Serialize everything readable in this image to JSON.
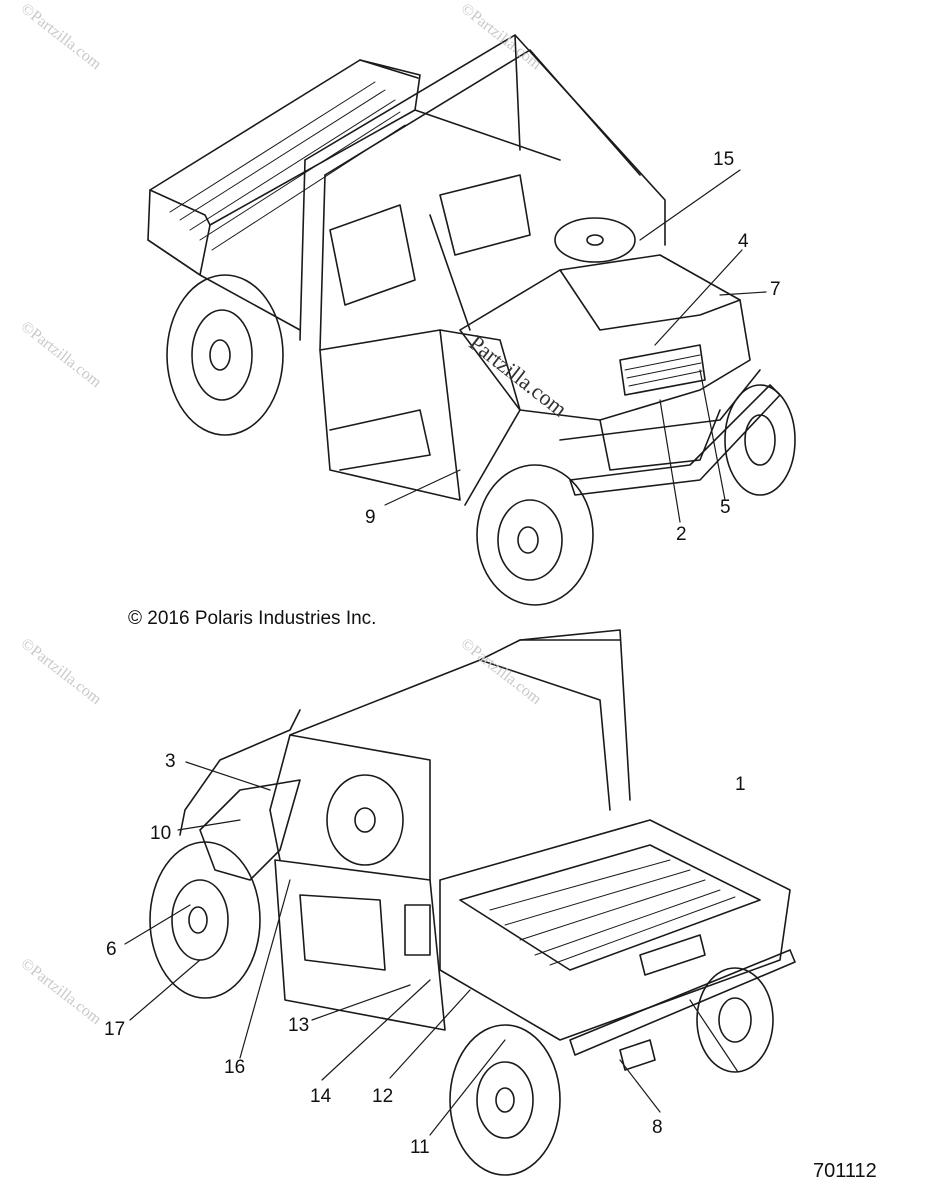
{
  "copyright": "© 2016 Polaris Industries Inc.",
  "drawing_number": "701112",
  "watermark": "©Partzilla.com",
  "center_watermark": "Partzilla.com",
  "callouts": [
    "1",
    "2",
    "3",
    "4",
    "5",
    "6",
    "7",
    "8",
    "9",
    "10",
    "11",
    "12",
    "13",
    "14",
    "15",
    "16",
    "17"
  ]
}
